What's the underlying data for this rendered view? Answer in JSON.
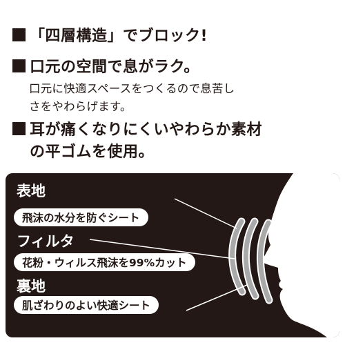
{
  "points": {
    "layers": "「四層構造」でブロック!",
    "breathing": "口元の空間で息がラク。",
    "breathing_desc_1": "口元に快適スペースをつくるので息苦し",
    "breathing_desc_2": "さをやわらげます。",
    "ear_1": "耳が痛くなりにくいやわらか素材",
    "ear_2": "の平ゴムを使用。"
  },
  "diagram": {
    "surface_title": "表地",
    "surface_desc": "飛沫の水分を防ぐシート",
    "filter_title": "フィルタ",
    "filter_desc": "花粉・ウィルス飛沫を99%カット",
    "lining_title": "裏地",
    "lining_desc": "肌ざわりのよい快適シート"
  },
  "colors": {
    "dark": "#231815",
    "light": "#ffffff",
    "layer_gray": "#a9a9a9"
  }
}
